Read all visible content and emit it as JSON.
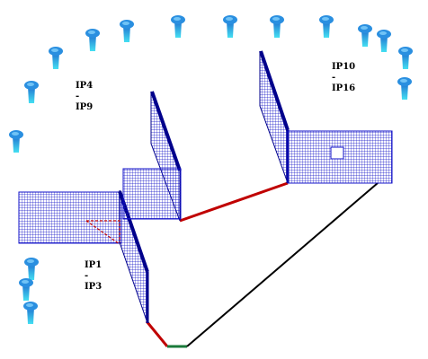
{
  "labels": {
    "group_a": {
      "from": "IP4",
      "sep": "-",
      "to": "IP9"
    },
    "group_b": {
      "from": "IP10",
      "sep": "-",
      "to": "IP16"
    },
    "group_c": {
      "from": "IP1",
      "sep": "-",
      "to": "IP3"
    }
  },
  "colors": {
    "mesh": "#1010c8",
    "mesh_edge": "#00008b",
    "path_red": "#c00000",
    "path_green": "#1a7a3a",
    "path_black": "#000000",
    "marker_top": "#2a8fe0",
    "marker_body": "#3fd0ef"
  },
  "icons": {
    "marker": "pin-marker-icon"
  }
}
